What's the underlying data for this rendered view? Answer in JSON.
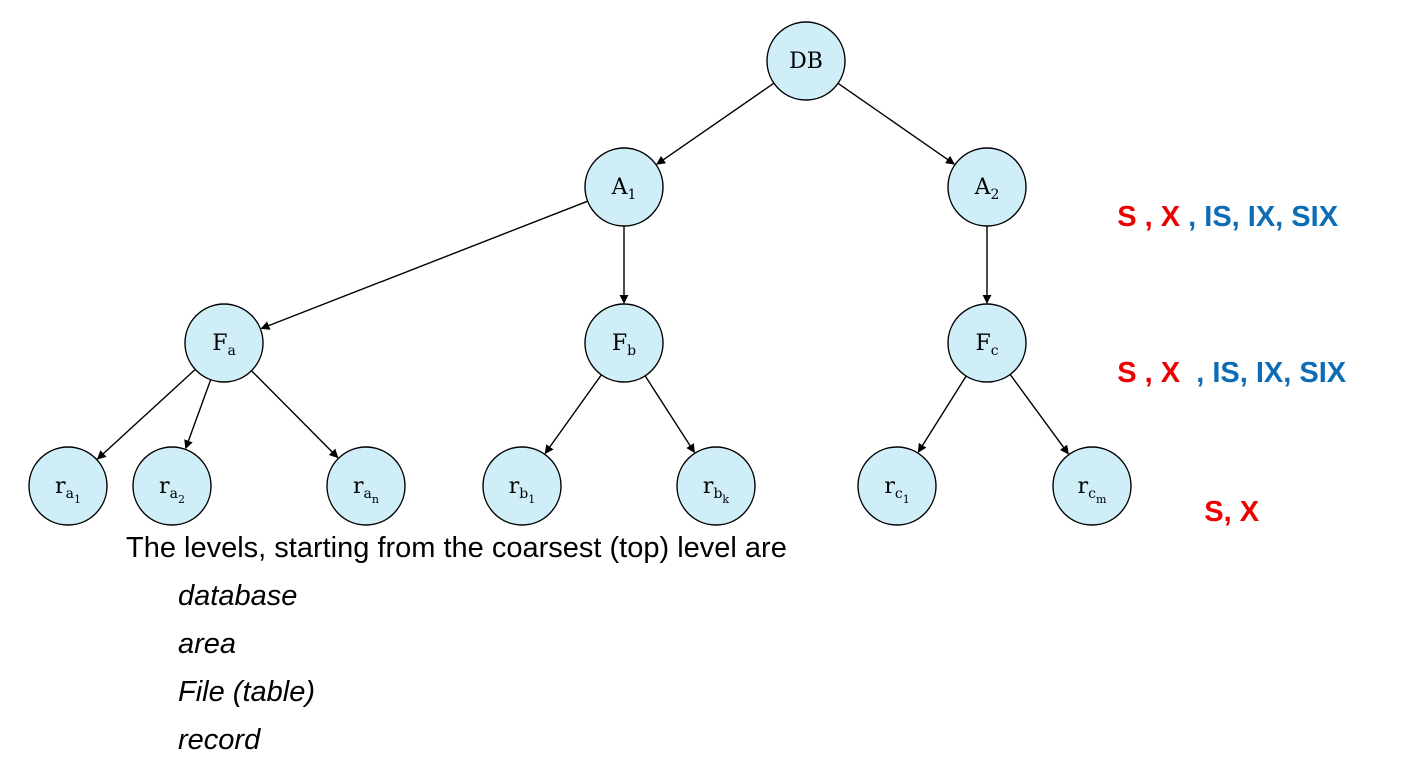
{
  "tree": {
    "nodes": [
      {
        "id": "db",
        "label": "DB",
        "sub": "",
        "subsub": ""
      },
      {
        "id": "a1",
        "label": "A",
        "sub": "1",
        "subsub": ""
      },
      {
        "id": "a2",
        "label": "A",
        "sub": "2",
        "subsub": ""
      },
      {
        "id": "fa",
        "label": "F",
        "sub": "a",
        "subsub": ""
      },
      {
        "id": "fb",
        "label": "F",
        "sub": "b",
        "subsub": ""
      },
      {
        "id": "fc",
        "label": "F",
        "sub": "c",
        "subsub": ""
      },
      {
        "id": "ra1",
        "label": "r",
        "sub": "a",
        "subsub": "1"
      },
      {
        "id": "ra2",
        "label": "r",
        "sub": "a",
        "subsub": "2"
      },
      {
        "id": "ran",
        "label": "r",
        "sub": "a",
        "subsub": "n"
      },
      {
        "id": "rb1",
        "label": "r",
        "sub": "b",
        "subsub": "1"
      },
      {
        "id": "rbk",
        "label": "r",
        "sub": "b",
        "subsub": "k"
      },
      {
        "id": "rc1",
        "label": "r",
        "sub": "c",
        "subsub": "1"
      },
      {
        "id": "rcm",
        "label": "r",
        "sub": "c",
        "subsub": "m"
      }
    ],
    "edges": [
      [
        "db",
        "a1"
      ],
      [
        "db",
        "a2"
      ],
      [
        "a1",
        "fa"
      ],
      [
        "a1",
        "fb"
      ],
      [
        "a2",
        "fc"
      ],
      [
        "fa",
        "ra1"
      ],
      [
        "fa",
        "ra2"
      ],
      [
        "fa",
        "ran"
      ],
      [
        "fb",
        "rb1"
      ],
      [
        "fb",
        "rbk"
      ],
      [
        "fc",
        "rc1"
      ],
      [
        "fc",
        "rcm"
      ]
    ]
  },
  "lock_modes": {
    "area_row": {
      "red": "S , X",
      "blue": " , IS, IX, SIX"
    },
    "file_row": {
      "red": "S , X",
      "blue": "  , IS, IX, SIX"
    },
    "record_row": {
      "red": "S, X"
    }
  },
  "levels": {
    "heading": "The levels, starting from the coarsest (top) level are",
    "items": [
      "database",
      "area",
      "File (table)",
      "record"
    ]
  },
  "colors": {
    "node_fill": "#cfeef8",
    "mode_red": "#ee0000",
    "mode_blue": "#0d6cb6"
  }
}
